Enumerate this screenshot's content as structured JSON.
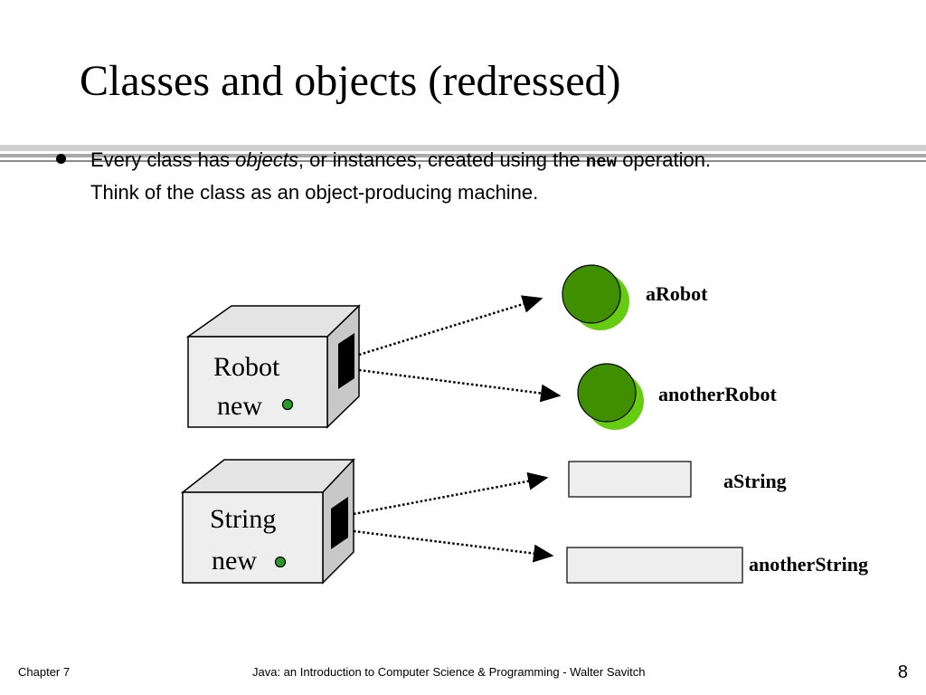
{
  "slide": {
    "title": "Classes and objects (redressed)",
    "bullet": {
      "part1": "Every class has ",
      "emphasis": "objects",
      "part2": ", or instances, created using the ",
      "code": "new",
      "part3": " operation.",
      "line2": "Think of the class as an object-producing machine."
    }
  },
  "diagram": {
    "machines": [
      {
        "name": "Robot",
        "operation": "new"
      },
      {
        "name": "String",
        "operation": "new"
      }
    ],
    "objects": [
      "aRobot",
      "anotherRobot",
      "aString",
      "anotherString"
    ],
    "colors": {
      "object_dark": "#3f8f00",
      "object_light": "#66cc11",
      "box_face": "#eeeeee",
      "box_side": "#c8c8c8",
      "box_top": "#e4e4e4",
      "bullet_dot": "#2a9a2a",
      "rule": "#a9a9a9"
    }
  },
  "footer": {
    "chapter": "Chapter 7",
    "book": "Java: an Introduction to Computer Science & Programming - Walter Savitch",
    "page": "8"
  }
}
